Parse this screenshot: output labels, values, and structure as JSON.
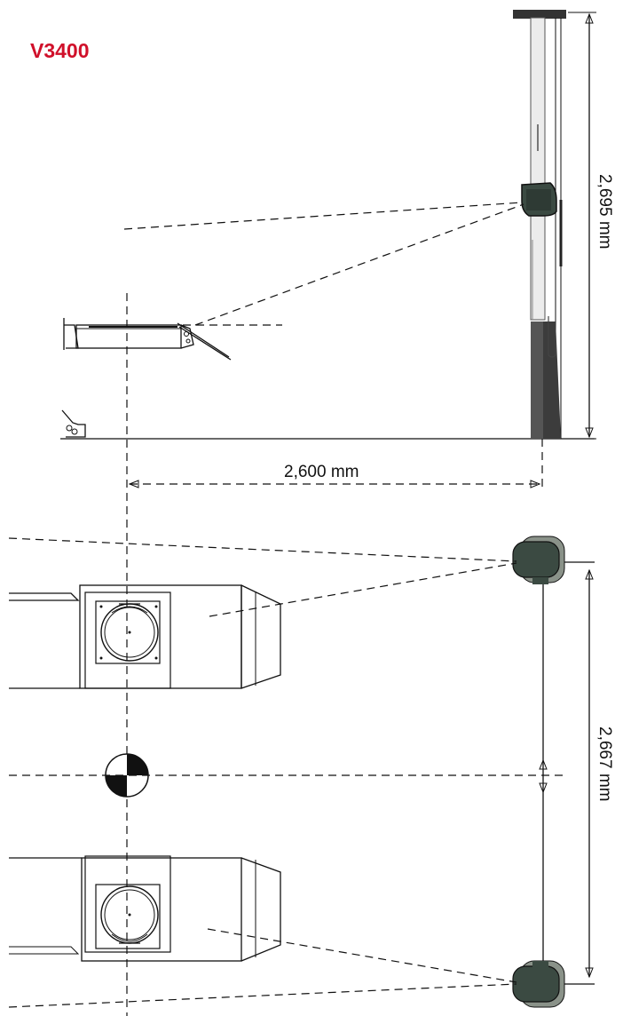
{
  "title": "V3400",
  "dimensions": {
    "height": "2,695 mm",
    "length": "2,600 mm",
    "width": "2,667 mm"
  },
  "colors": {
    "title": "#d0102a",
    "line": "#111111",
    "camera_head": "#3b4a42"
  }
}
